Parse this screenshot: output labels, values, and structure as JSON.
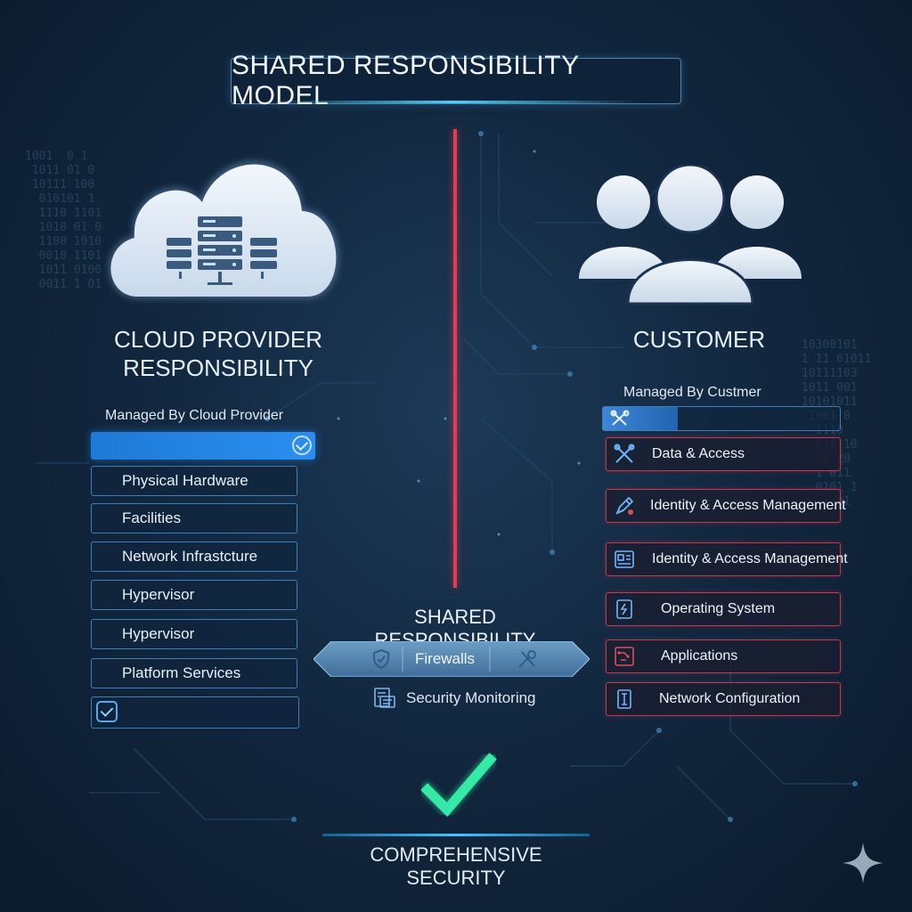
{
  "title": "SHARED RESPONSIBILITY MODEL",
  "provider": {
    "heading_line1": "CLOUD PROVIDER",
    "heading_line2": "RESPONSIBILITY",
    "managed_label": "Managed By Cloud Provider",
    "items": [
      "Physical Hardware",
      "Facilities",
      "Network Infrastcture",
      "Hypervisor",
      "Hypervisor",
      "Platform Services"
    ]
  },
  "customer": {
    "heading": "CUSTOMER",
    "managed_label": "Managed By Custmer",
    "items": [
      {
        "label": "Data & Access",
        "icon": "tools-icon"
      },
      {
        "label": "Identity & Access Management",
        "icon": "pen-edit-icon"
      },
      {
        "label": "Identity & Access Management",
        "icon": "id-card-icon"
      },
      {
        "label": "Operating System",
        "icon": "os-icon"
      },
      {
        "label": "Applications",
        "icon": "app-circuit-icon"
      },
      {
        "label": "Network Configuration",
        "icon": "network-plug-icon"
      }
    ]
  },
  "shared": {
    "heading": "SHARED RESPONSIBILITY",
    "firewalls_label": "Firewalls",
    "security_monitoring_label": "Security Monitoring"
  },
  "footer": {
    "label": "COMPREHENSIVE SECURITY"
  },
  "colors": {
    "accent_blue": "#2a8ef0",
    "divider_red": "#e63b4e",
    "check_green": "#2ee6a0"
  }
}
